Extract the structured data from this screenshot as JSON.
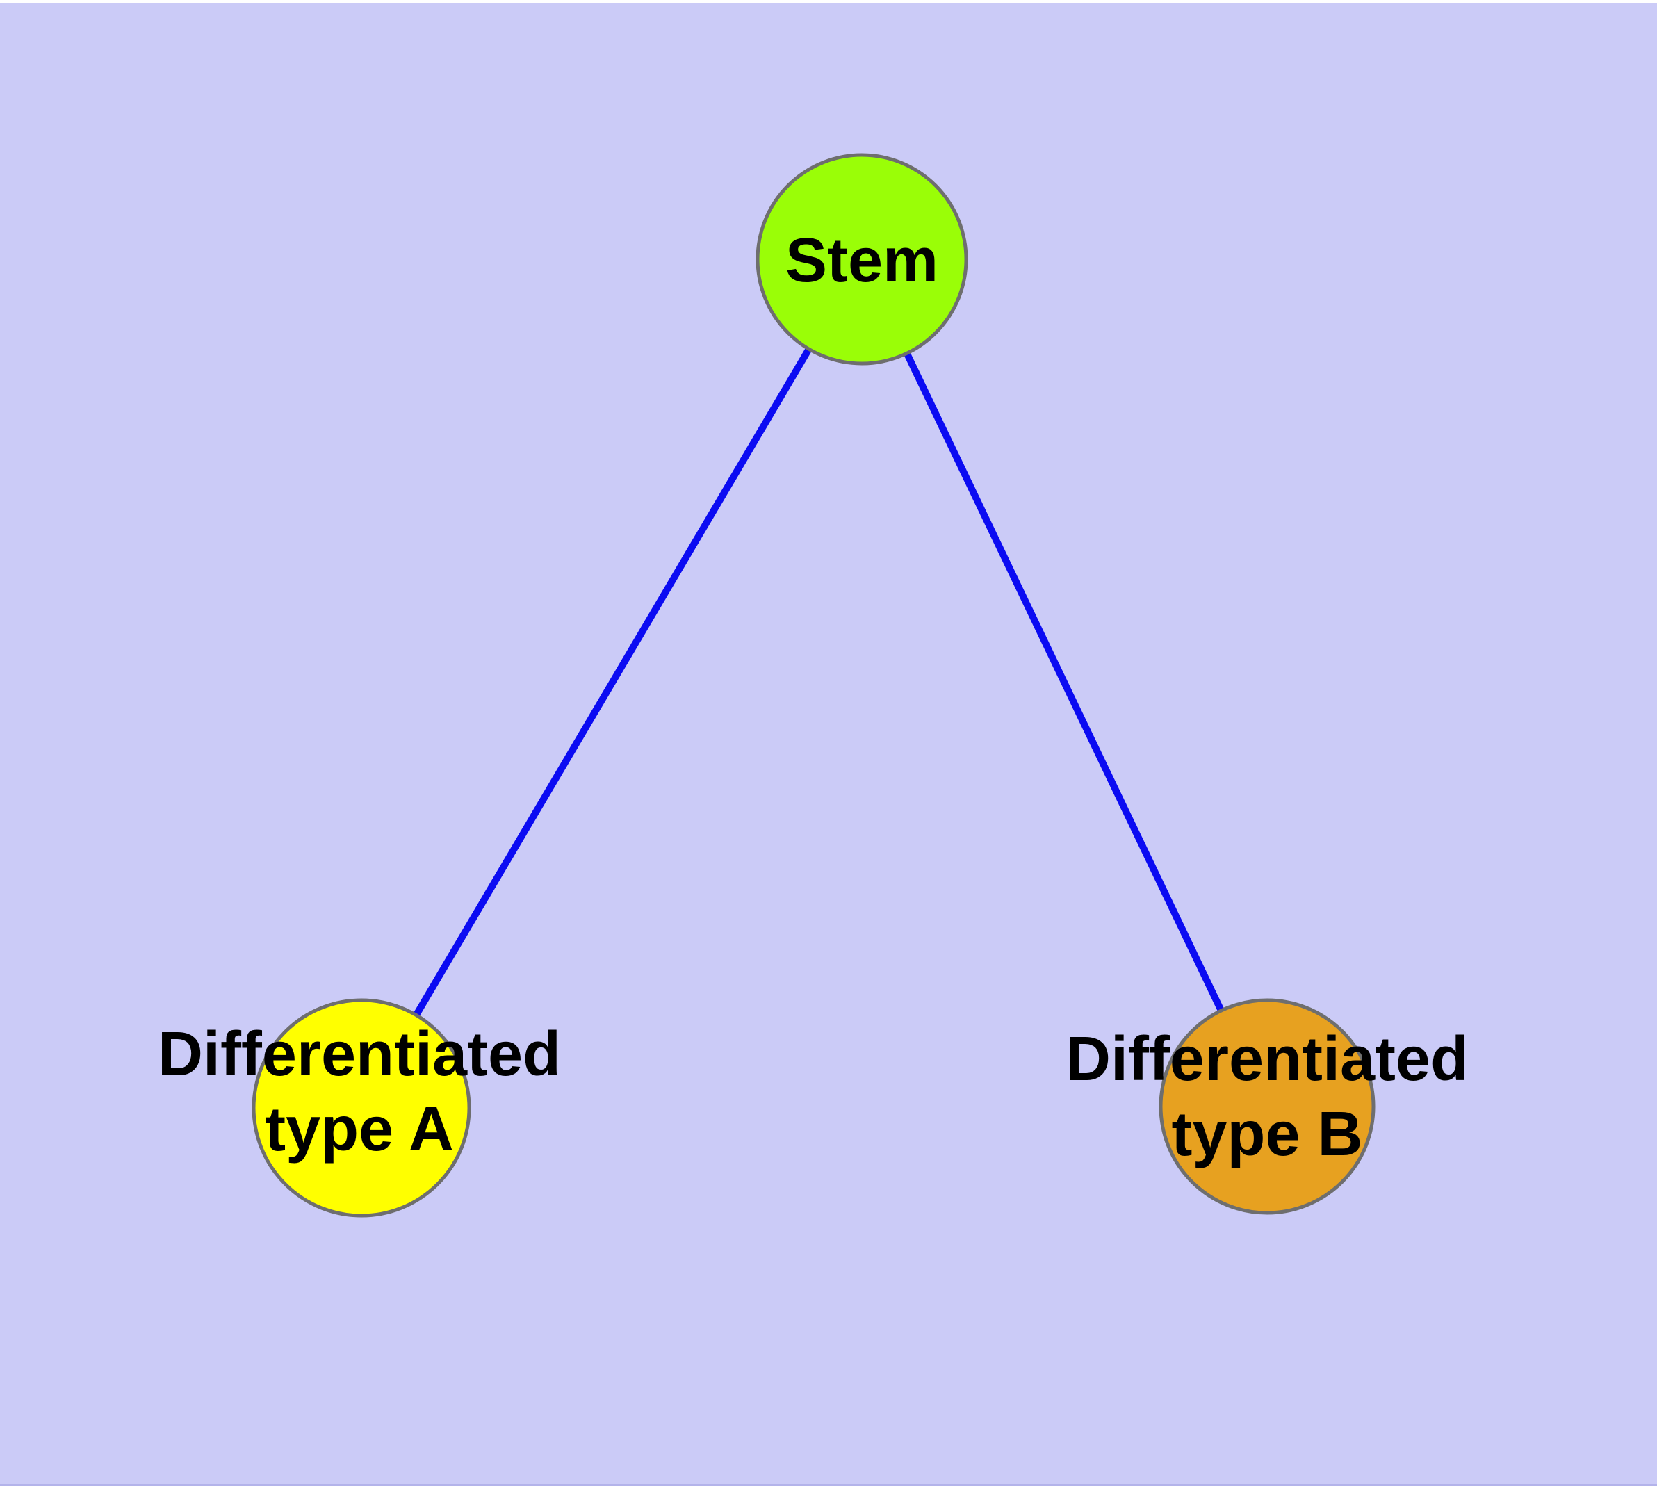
{
  "colors": {
    "background": "#cbcbf7",
    "edge": "#0b0bf2",
    "node_border": "#6e6e6e",
    "label": "#000000",
    "top_strip": "#ffffff",
    "bottom_strip": "#b3b3ea"
  },
  "graph": {
    "type": "node-link-diagram",
    "nodes": [
      {
        "id": "stem",
        "label": "Stem",
        "fill": "#9afe07"
      },
      {
        "id": "differentiated-type-a",
        "label_line1": "Differentiated",
        "label_line2": "type A",
        "fill": "#ffff00"
      },
      {
        "id": "differentiated-type-b",
        "label_line1": "Differentiated",
        "label_line2": "type B",
        "fill": "#e7a120"
      }
    ],
    "edges": [
      {
        "from": "Stem",
        "to": "Differentiated type A"
      },
      {
        "from": "Stem",
        "to": "Differentiated type B"
      }
    ]
  }
}
